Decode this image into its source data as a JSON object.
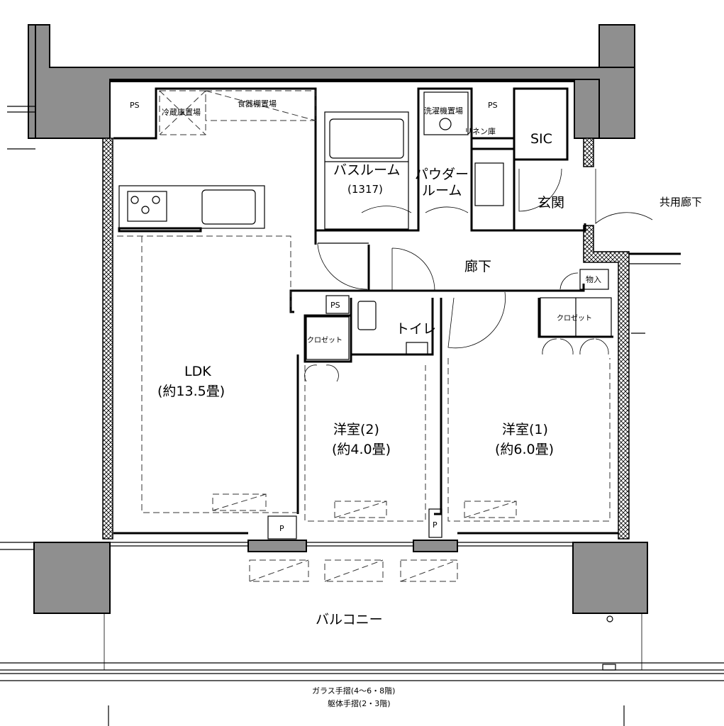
{
  "rooms": {
    "ps_kitchen": "PS",
    "fridge": "冷蔵庫置場",
    "cupboard": "食器棚置場",
    "bathroom": "バスルーム",
    "bathroom_size": "(1317)",
    "washer": "洗濯機置場",
    "ps_center": "PS",
    "linen": "リネン庫",
    "powder_line1": "パウダー",
    "powder_line2": "ルーム",
    "sic": "SIC",
    "entrance": "玄関",
    "common_corridor": "共用廊下",
    "corridor": "廊下",
    "storage": "物入",
    "ps_toilet": "PS",
    "toilet": "トイレ",
    "closet_left": "クロゼット",
    "closet_right": "クロゼット",
    "ldk": "LDK",
    "ldk_size": "(約13.5畳)",
    "western2": "洋室(2)",
    "western2_size": "(約4.0畳)",
    "western1": "洋室(1)",
    "western1_size": "(約6.0畳)",
    "p_left": "P",
    "p_right": "P",
    "balcony": "バルコニー"
  },
  "notes": {
    "railing_glass": "ガラス手摺(4～6・8階)",
    "railing_body": "躯体手摺(2・3階)"
  },
  "colors": {
    "wall_fill": "#8f8f8f",
    "line": "#000000"
  }
}
